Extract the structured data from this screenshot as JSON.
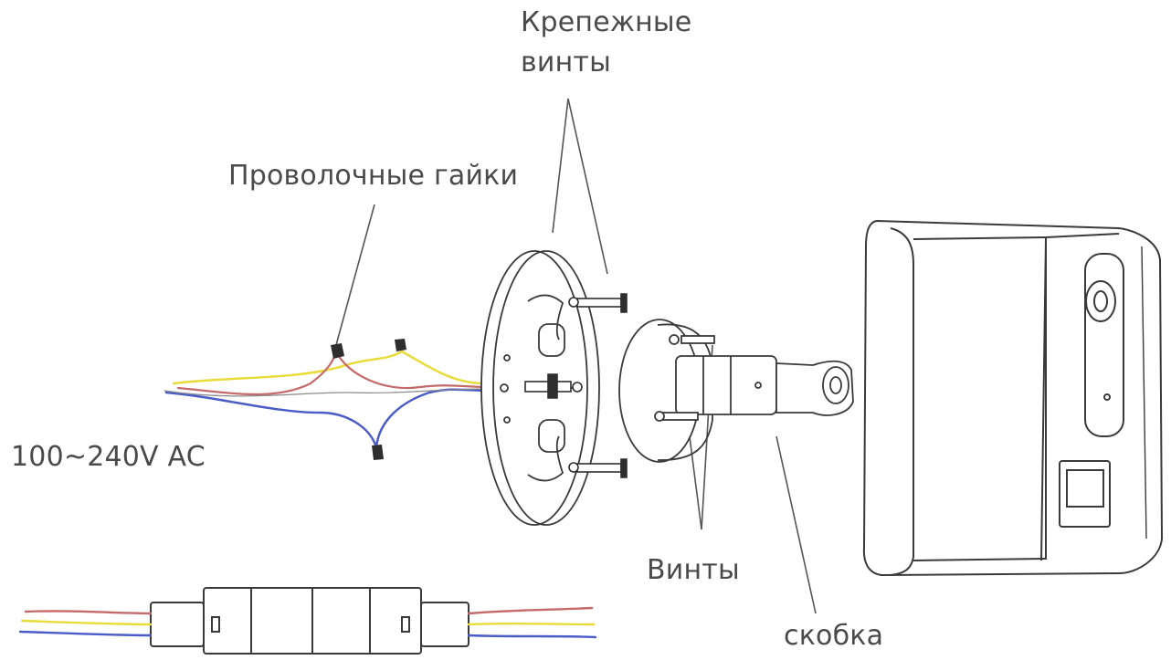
{
  "labels": {
    "mounting_screws_line1": "Крепежные",
    "mounting_screws_line2": "винты",
    "wire_nuts": "Проволочные гайки",
    "voltage": "100~240V AC",
    "screws": "Винты",
    "bracket": "скобка"
  },
  "colors": {
    "outline": "#3a3a3a",
    "text": "#4a4a4a",
    "wire_yellow": "#e8dc3a",
    "wire_blue": "#4a5cc8",
    "wire_red": "#c46a6a"
  },
  "icons": [
    "wire-nut-icon",
    "screw-icon",
    "mounting-plate-icon",
    "bracket-arm-icon",
    "light-fixture-icon",
    "junction-connector-icon"
  ]
}
